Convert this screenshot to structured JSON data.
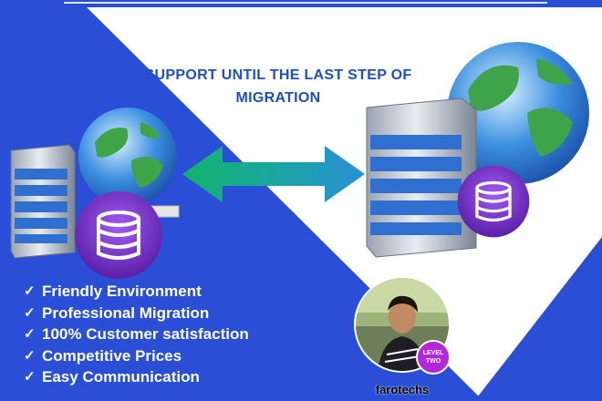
{
  "headline": {
    "line1": "SUPPORT UNTIL THE LAST STEP OF",
    "line2": "MIGRATION"
  },
  "features": [
    "Friendly Environment",
    "Professional Migration",
    "100% Customer satisfaction",
    "Competitive Prices",
    "Easy Communication"
  ],
  "check_glyph": "✓",
  "profile": {
    "username": "farotechs",
    "badge_line1": "LEVEL",
    "badge_line2": "TWO"
  },
  "colors": {
    "brand_blue": "#2a4fd6",
    "headline_blue": "#1f4fbf",
    "arrow_green": "#12b36b",
    "arrow_teal": "#2a8fd8",
    "database_purple": "#8c3ad8",
    "badge_purple": "#b427d9"
  },
  "icons": {
    "server": "server-tower-icon",
    "globe": "globe-icon",
    "database": "database-icon",
    "transfer": "double-arrow-icon"
  }
}
